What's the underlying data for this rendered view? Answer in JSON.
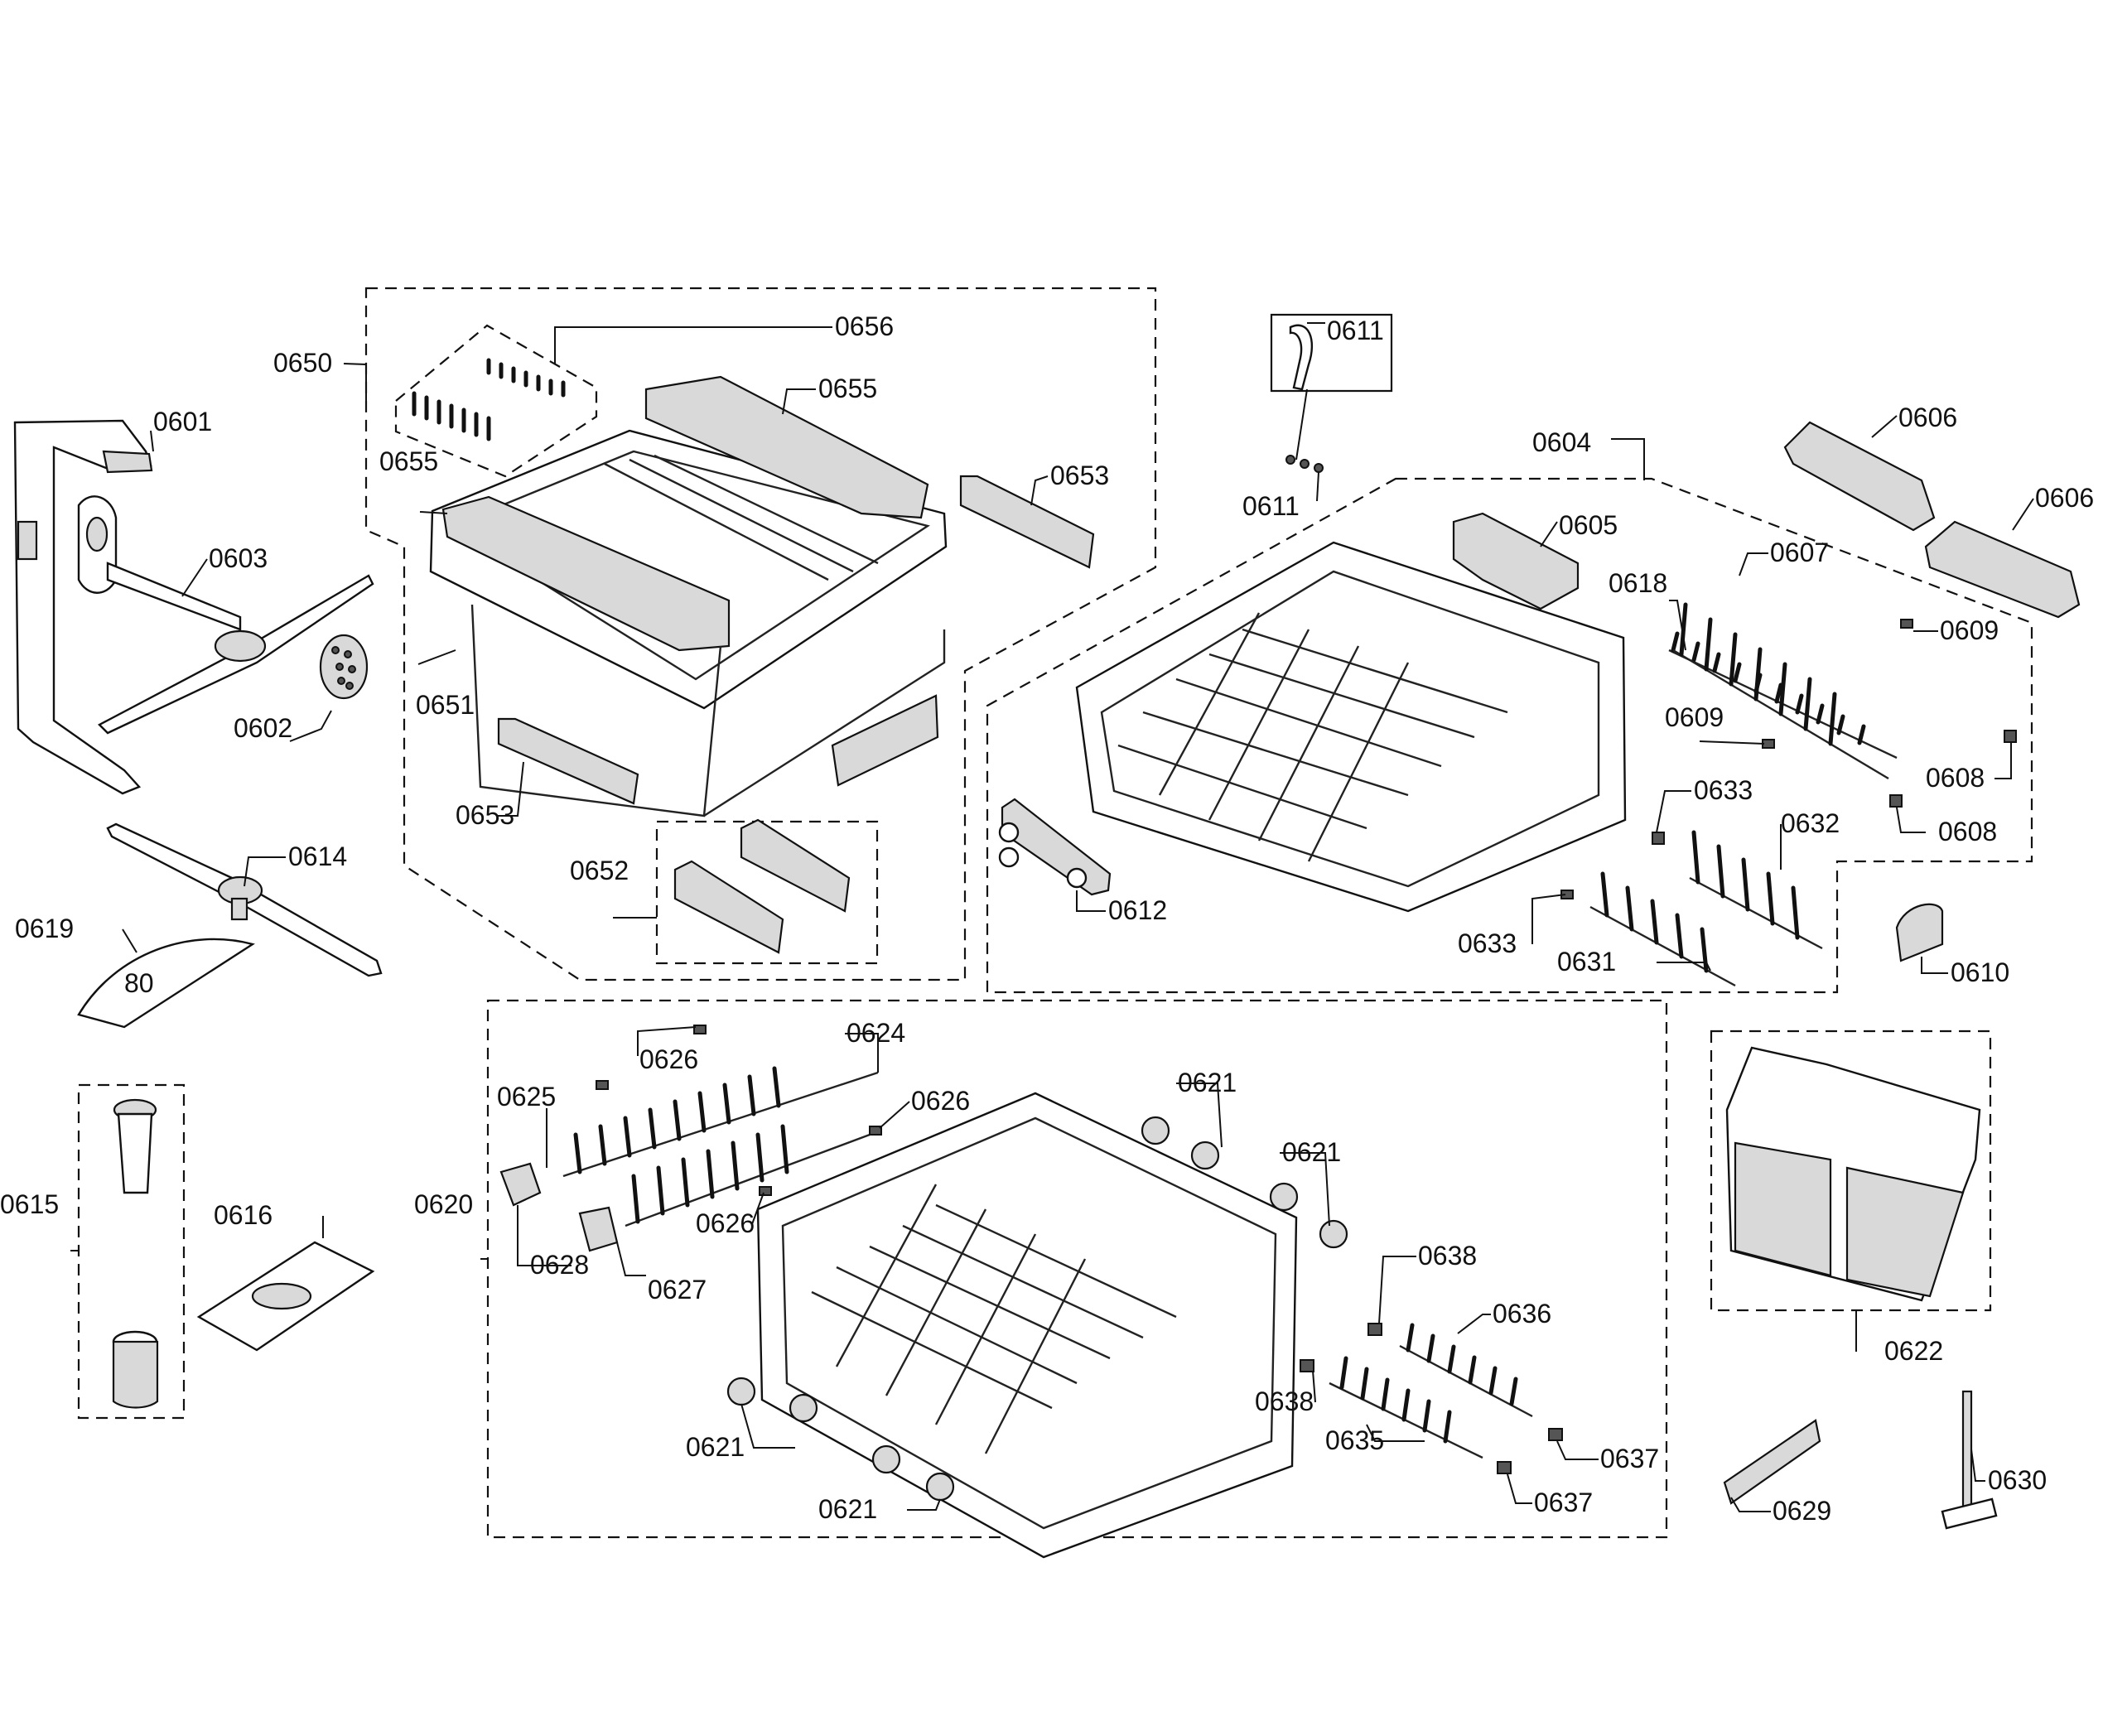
{
  "diagram": {
    "labels": {
      "l0601": "0601",
      "l0602": "0602",
      "l0603": "0603",
      "l0604": "0604",
      "l0605": "0605",
      "l0606a": "0606",
      "l0606b": "0606",
      "l0607": "0607",
      "l0608a": "0608",
      "l0608b": "0608",
      "l0609a": "0609",
      "l0609b": "0609",
      "l0610": "0610",
      "l0611a": "0611",
      "l0611b": "0611",
      "l0612": "0612",
      "l0614": "0614",
      "l0615": "0615",
      "l0616": "0616",
      "l0618": "0618",
      "l0619": "0619",
      "l0620": "0620",
      "l0621a": "0621",
      "l0621b": "0621",
      "l0621c": "0621",
      "l0621d": "0621",
      "l0622": "0622",
      "l0624": "0624",
      "l0625": "0625",
      "l0626a": "0626",
      "l0626b": "0626",
      "l0626c": "0626",
      "l0627": "0627",
      "l0628": "0628",
      "l0629": "0629",
      "l0630": "0630",
      "l0631": "0631",
      "l0632": "0632",
      "l0633a": "0633",
      "l0633b": "0633",
      "l0635": "0635",
      "l0636": "0636",
      "l0637a": "0637",
      "l0637b": "0637",
      "l0638a": "0638",
      "l0638b": "0638",
      "l0650": "0650",
      "l0651": "0651",
      "l0652": "0652",
      "l0653a": "0653",
      "l0653b": "0653",
      "l0655a": "0655",
      "l0655b": "0655",
      "l0656": "0656"
    },
    "icon_badge": "80"
  }
}
